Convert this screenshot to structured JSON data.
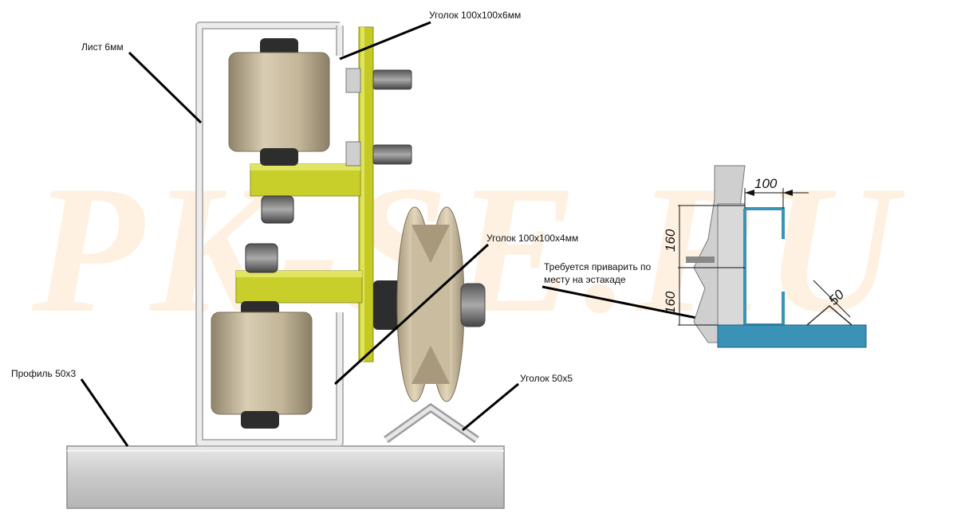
{
  "watermark": "PK-SE.RU",
  "labels": {
    "sheet": "Лист 6мм",
    "angle_top": "Уголок 100x100x6мм",
    "angle_mid": "Уголок 100x100x4мм",
    "angle_rail": "Уголок 50x5",
    "profile": "Профиль 50x3",
    "weld_note_line1": "Требуется приварить по",
    "weld_note_line2": "месту на эстакаде"
  },
  "dimensions": {
    "width_top": "100",
    "height_upper": "160",
    "height_lower": "160",
    "angle_leg": "50"
  },
  "colors": {
    "yellow_bracket": "#c9cf2a",
    "roller": "#b9ab8f",
    "frame": "#e4e4e4",
    "base_profile": "#c8c8c8",
    "blue_plate": "#3a93b6",
    "watermark": "#ffd6aa"
  }
}
